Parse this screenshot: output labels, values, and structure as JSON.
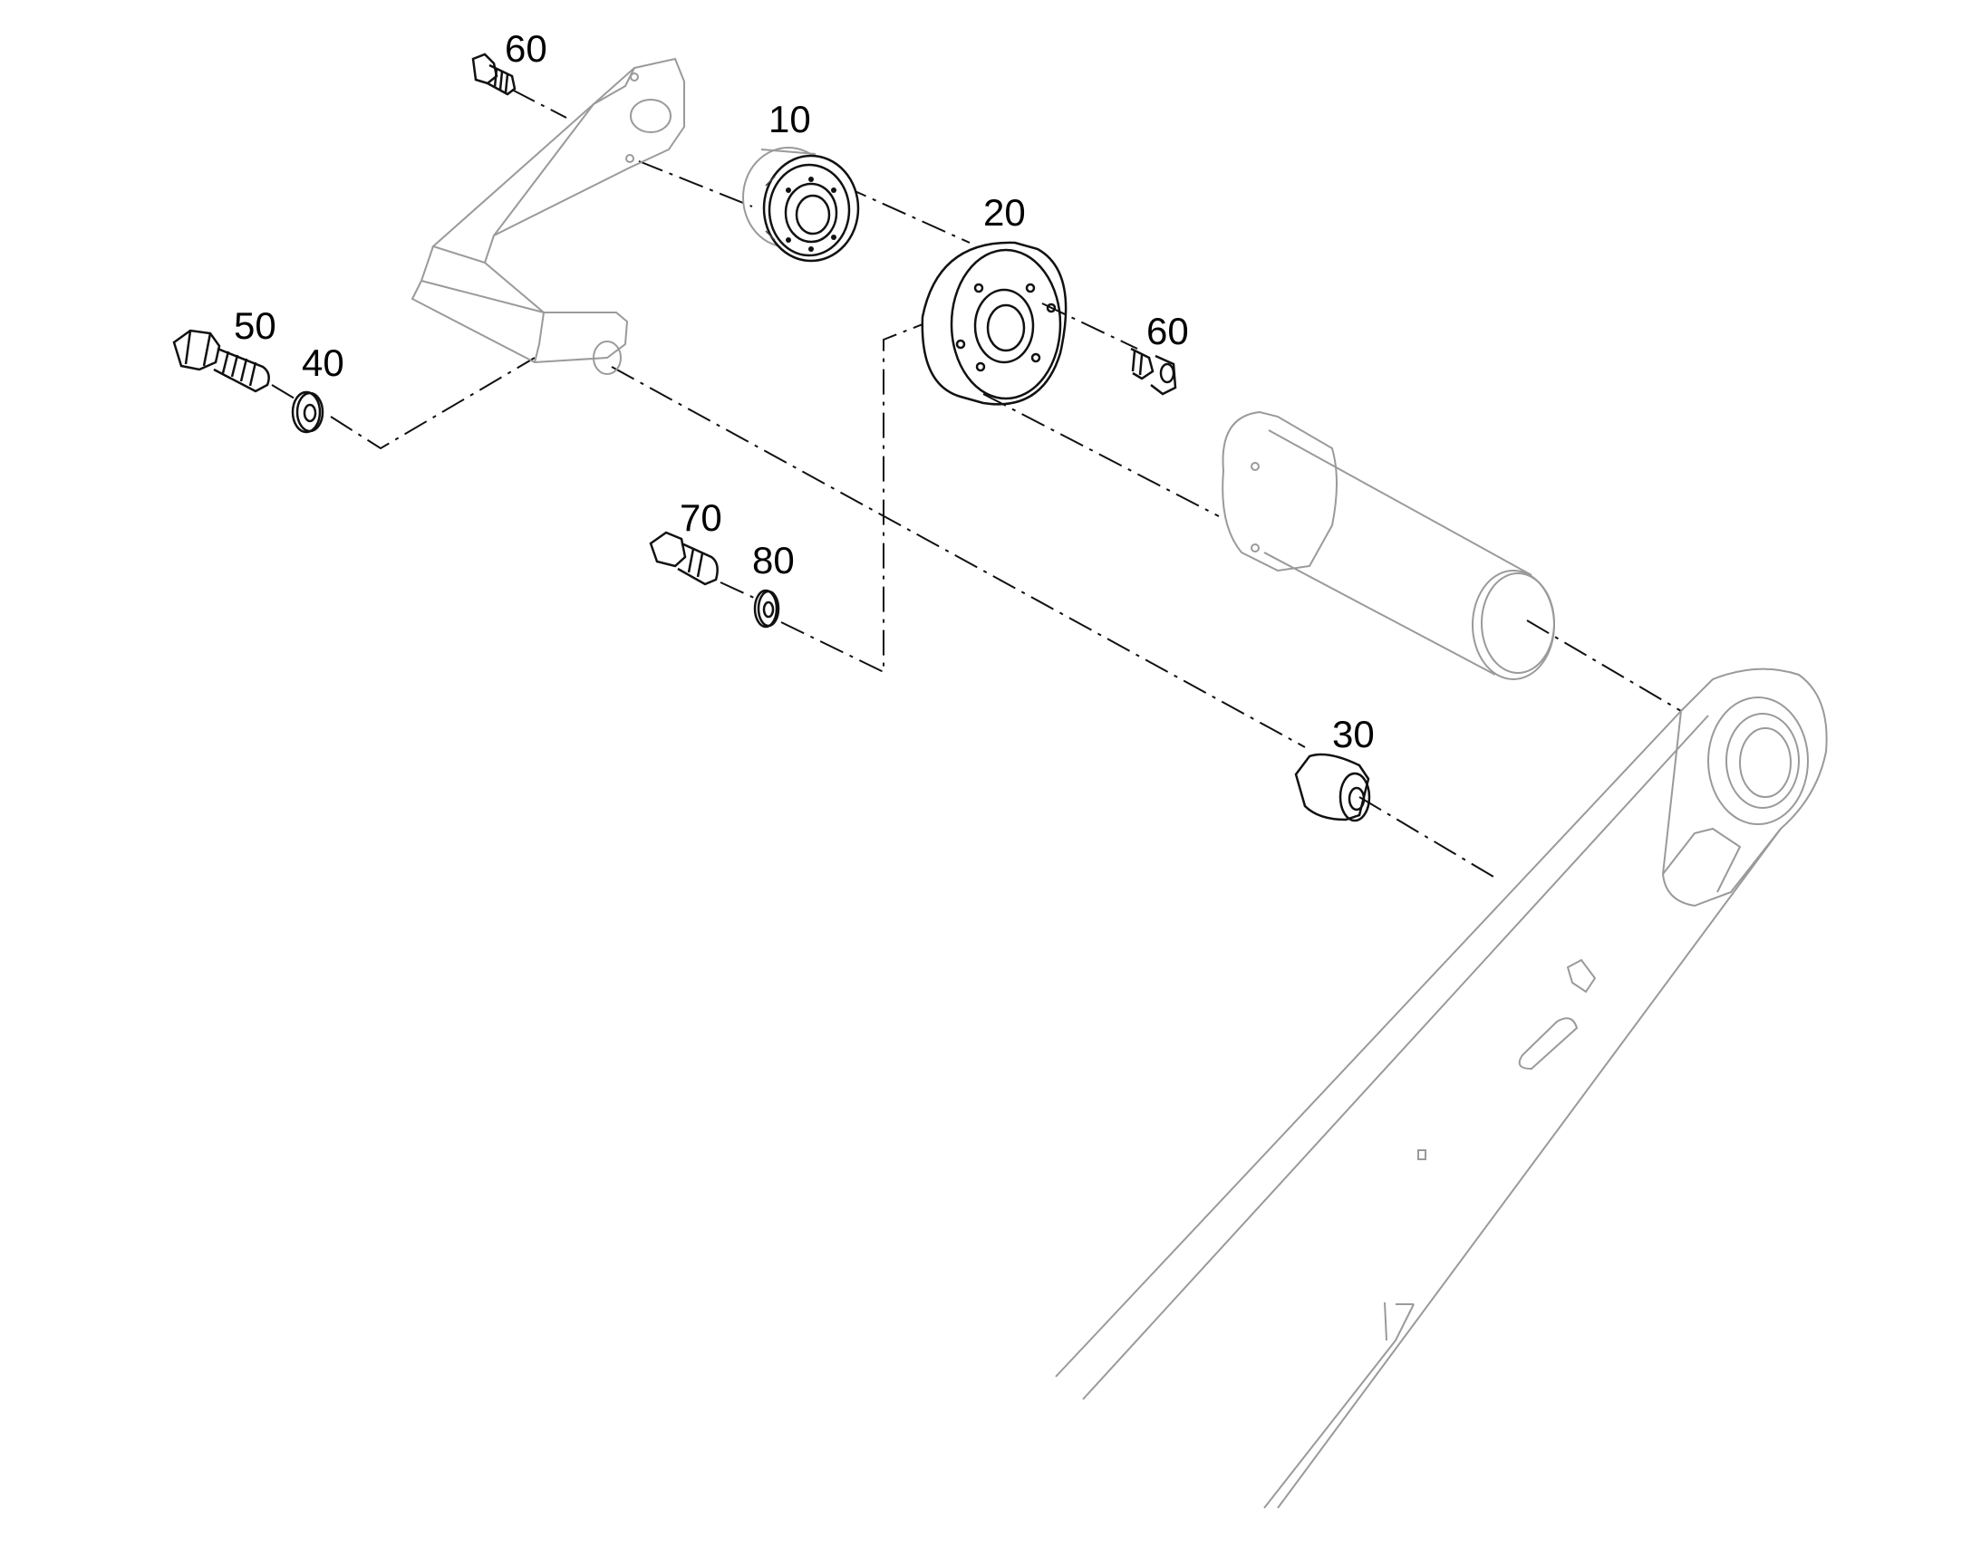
{
  "callouts": {
    "c60a": "60",
    "c10": "10",
    "c20": "20",
    "c60b": "60",
    "c50": "50",
    "c40": "40",
    "c70": "70",
    "c80": "80",
    "c30": "30"
  },
  "colors": {
    "line": "#111111",
    "ghost": "#9a9a9a",
    "background": "#ffffff"
  }
}
